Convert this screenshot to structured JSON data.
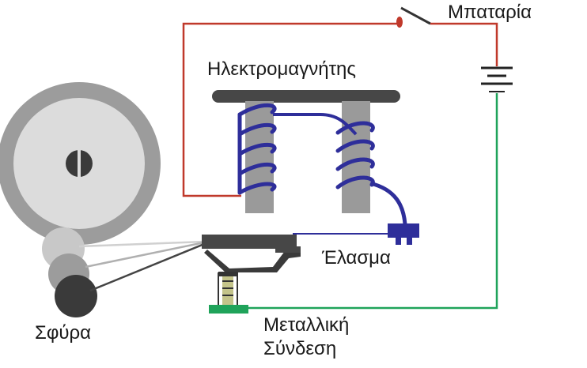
{
  "labels": {
    "battery": "Μπαταρία",
    "electromagnet": "Ηλεκτρομαγνήτης",
    "strip": "Έλασμα",
    "hammer": "Σφύρα",
    "contact_line1": "Μεταλλική",
    "contact_line2": "Σύνδεση"
  },
  "colors": {
    "wire_red": "#c0392b",
    "wire_green": "#1fa35a",
    "wire_blue": "#2b2b8f",
    "coil": "#2e2e9a",
    "core": "#9a9a9a",
    "yoke": "#474747",
    "bell_outer": "#9c9c9c",
    "bell_inner": "#dcdcdc"
  }
}
